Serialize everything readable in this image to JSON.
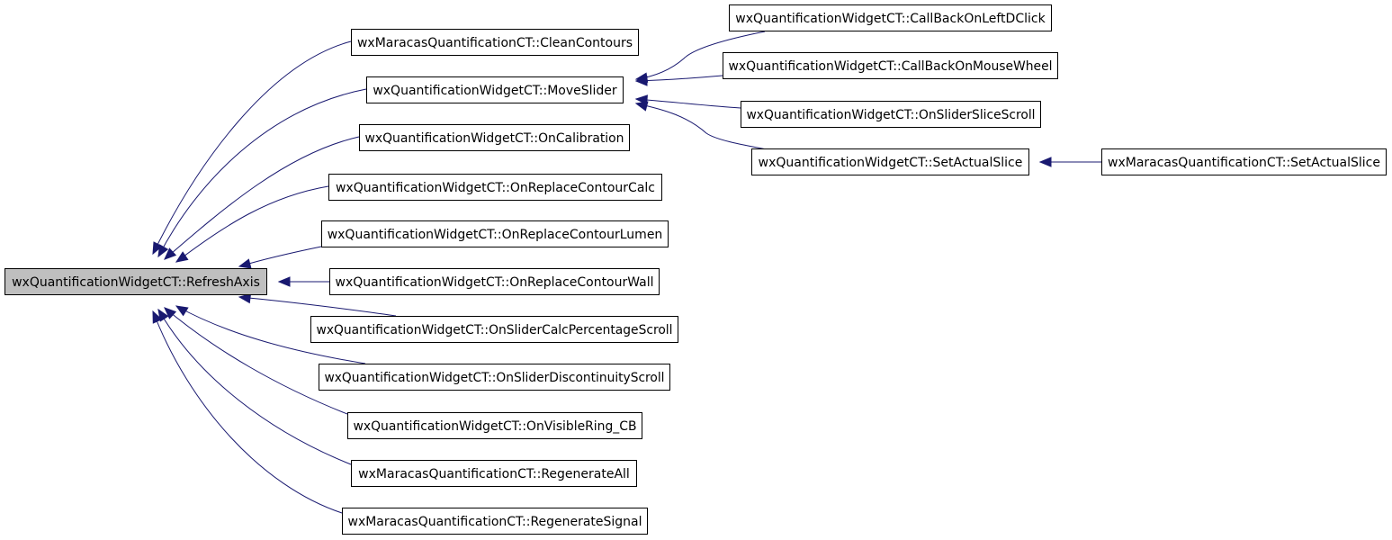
{
  "graph": {
    "nodes": [
      {
        "id": "refresh_axis",
        "label": "wxQuantificationWidgetCT::RefreshAxis",
        "highlighted": true
      },
      {
        "id": "clean_contours",
        "label": "wxMaracasQuantificationCT::CleanContours"
      },
      {
        "id": "move_slider",
        "label": "wxQuantificationWidgetCT::MoveSlider"
      },
      {
        "id": "on_calibration",
        "label": "wxQuantificationWidgetCT::OnCalibration"
      },
      {
        "id": "on_replace_contour_calc",
        "label": "wxQuantificationWidgetCT::OnReplaceContourCalc"
      },
      {
        "id": "on_replace_contour_lumen",
        "label": "wxQuantificationWidgetCT::OnReplaceContourLumen"
      },
      {
        "id": "on_replace_contour_wall",
        "label": "wxQuantificationWidgetCT::OnReplaceContourWall"
      },
      {
        "id": "on_slider_calc_percentage_scroll",
        "label": "wxQuantificationWidgetCT::OnSliderCalcPercentageScroll"
      },
      {
        "id": "on_slider_discontinuity_scroll",
        "label": "wxQuantificationWidgetCT::OnSliderDiscontinuityScroll"
      },
      {
        "id": "on_visible_ring_cb",
        "label": "wxQuantificationWidgetCT::OnVisibleRing_CB"
      },
      {
        "id": "regenerate_all",
        "label": "wxMaracasQuantificationCT::RegenerateAll"
      },
      {
        "id": "regenerate_signal",
        "label": "wxMaracasQuantificationCT::RegenerateSignal"
      },
      {
        "id": "call_back_on_left_dclick",
        "label": "wxQuantificationWidgetCT::CallBackOnLeftDClick"
      },
      {
        "id": "call_back_on_mouse_wheel",
        "label": "wxQuantificationWidgetCT::CallBackOnMouseWheel"
      },
      {
        "id": "on_slider_slice_scroll",
        "label": "wxQuantificationWidgetCT::OnSliderSliceScroll"
      },
      {
        "id": "set_actual_slice_widget",
        "label": "wxQuantificationWidgetCT::SetActualSlice"
      },
      {
        "id": "set_actual_slice_maracas",
        "label": "wxMaracasQuantificationCT::SetActualSlice"
      }
    ],
    "edges": [
      {
        "from": "clean_contours",
        "to": "refresh_axis"
      },
      {
        "from": "move_slider",
        "to": "refresh_axis"
      },
      {
        "from": "on_calibration",
        "to": "refresh_axis"
      },
      {
        "from": "on_replace_contour_calc",
        "to": "refresh_axis"
      },
      {
        "from": "on_replace_contour_lumen",
        "to": "refresh_axis"
      },
      {
        "from": "on_replace_contour_wall",
        "to": "refresh_axis"
      },
      {
        "from": "on_slider_calc_percentage_scroll",
        "to": "refresh_axis"
      },
      {
        "from": "on_slider_discontinuity_scroll",
        "to": "refresh_axis"
      },
      {
        "from": "on_visible_ring_cb",
        "to": "refresh_axis"
      },
      {
        "from": "regenerate_all",
        "to": "refresh_axis"
      },
      {
        "from": "regenerate_signal",
        "to": "refresh_axis"
      },
      {
        "from": "call_back_on_left_dclick",
        "to": "move_slider"
      },
      {
        "from": "call_back_on_mouse_wheel",
        "to": "move_slider"
      },
      {
        "from": "on_slider_slice_scroll",
        "to": "move_slider"
      },
      {
        "from": "set_actual_slice_widget",
        "to": "move_slider"
      },
      {
        "from": "set_actual_slice_maracas",
        "to": "set_actual_slice_widget"
      }
    ],
    "colors": {
      "edge": "#191970",
      "node_fill": "#ffffff",
      "highlight_fill": "#bfbfbf",
      "node_border": "#000000"
    }
  }
}
